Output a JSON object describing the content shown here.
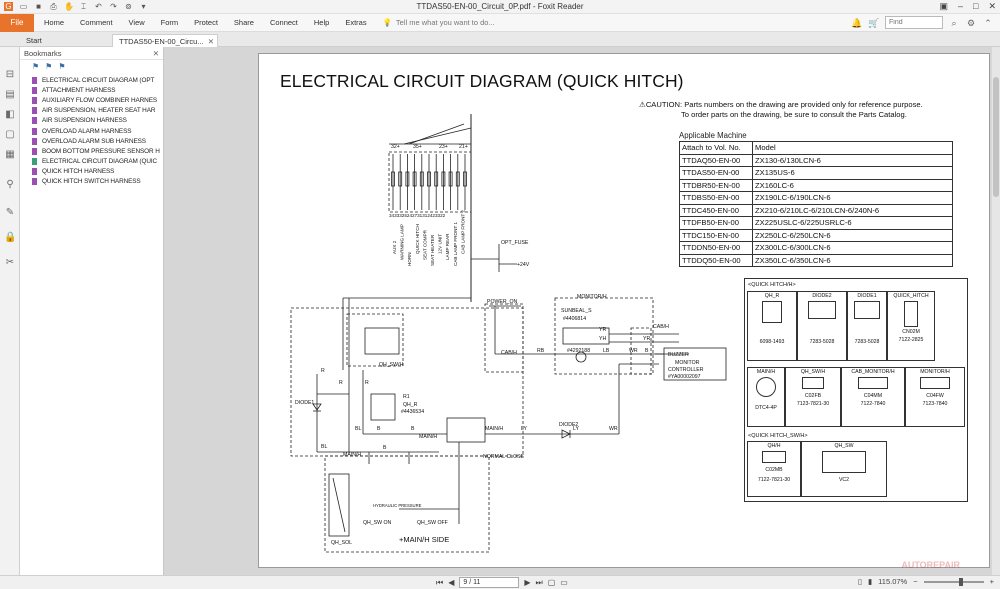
{
  "window": {
    "title": "TTDAS50-EN-00_Circuit_0P.pdf - Foxit Reader"
  },
  "menu": {
    "file": "File",
    "items": [
      "Home",
      "Comment",
      "View",
      "Form",
      "Protect",
      "Share",
      "Connect",
      "Help",
      "Extras"
    ],
    "tell_me": "Tell me what you want to do...",
    "find_placeholder": "Find"
  },
  "tabs": [
    {
      "label": "Start"
    },
    {
      "label": "TTDAS50-EN-00_Circu..."
    }
  ],
  "bookmarks": {
    "header": "Bookmarks",
    "items": [
      "ELECTRICAL CIRCUIT DIAGRAM (OPT",
      "ATTACHMENT HARNESS",
      "AUXILIARY FLOW COMBINER HARNES",
      "AIR SUSPENSION, HEATER SEAT HAR",
      "AIR SUSPENSION HARNESS",
      "OVERLOAD ALARM HARNESS",
      "OVERLOAD ALARM SUB HARNESS",
      "BOOM BOTTOM PRESSURE SENSOR H",
      "ELECTRICAL CIRCUIT DIAGRAM (QUIC",
      "QUICK HITCH HARNESS",
      "QUICK HITCH SWITCH HARNESS"
    ],
    "selected_index": 8
  },
  "document": {
    "title": "ELECTRICAL CIRCUIT DIAGRAM (QUICK HITCH)",
    "caution_line1": "CAUTION: Parts numbers on the drawing are provided only for reference purpose.",
    "caution_line2": "To order parts on the drawing, be sure to consult the Parts Catalog.",
    "applicable_label": "Applicable Machine",
    "table_header": [
      "Attach to Vol. No.",
      "Model"
    ],
    "table_rows": [
      [
        "TTDAQ50-EN-00",
        "ZX130-6/130LCN-6"
      ],
      [
        "TTDAS50-EN-00",
        "ZX135US-6"
      ],
      [
        "TTDBR50-EN-00",
        "ZX160LC-6"
      ],
      [
        "TTDBS50-EN-00",
        "ZX190LC-6/190LCN-6"
      ],
      [
        "TTDC450-EN-00",
        "ZX210-6/210LC-6/210LCN-6/240N-6"
      ],
      [
        "TTDFB50-EN-00",
        "ZX225USLC-6/225USRLC-6"
      ],
      [
        "TTDC150-EN-00",
        "ZX250LC-6/250LCN-6"
      ],
      [
        "TTDDN50-EN-00",
        "ZX300LC-6/300LCN-6"
      ],
      [
        "TTDDQ50-EN-00",
        "ZX350LC-6/350LCN-6"
      ]
    ],
    "schematic_labels": {
      "fuse_box_top": [
        "32+",
        "35+",
        "23+",
        "21+"
      ],
      "fuse_box_bottom": "3433325242731312423322",
      "fuse_circuits": [
        "AUX 2",
        "WARNING LAMP",
        "HORN",
        "QUICK HITCH",
        "SEAT COMPR",
        "SEAT HEATER",
        "12V UNIT",
        "LAMP REAR",
        "CAB LAMP FRONT 1",
        "CAB LAMP FRONT 2"
      ],
      "opt_fuse": "OPT_FUSE",
      "plus24v": "+24V",
      "power_on": "POWER_ON",
      "monitor_h": "MONITOR/H",
      "sunbeal": "SUNBEAL_S",
      "sunbeal_pn": "#4406814",
      "cab_h": "CAB/H",
      "cab_h2": "CAB/H",
      "buzzer": [
        "BUZZER",
        "MONITOR",
        "CONTROLLER",
        "#YA00002097"
      ],
      "relay_part": "#4292188",
      "qh_sw_h": "QH_SW/H",
      "relay_r1": "R1",
      "qh_r": "QH_R",
      "qh_r_pn": "#4436534",
      "diode1": "DIODE1",
      "diode2": "DIODE2",
      "main_h1": "MAIN/H",
      "main_h2": "MAIN/H",
      "main_h3": "MAIN/H",
      "normal_close": "NORMAL CLOSE",
      "hydraulic_pressure": "HYDRAULIC PRESSURE",
      "qh_sol": "QH_SOL",
      "qh_sw_on": "QH_SW ON",
      "qh_sw_off": "QH_SW OFF",
      "main_side": "+MAIN/H SIDE",
      "wire_labels": [
        "R",
        "R",
        "R",
        "BL",
        "BL",
        "B",
        "B",
        "B",
        "LY",
        "WR",
        "WR",
        "LY",
        "RB",
        "YR",
        "YH",
        "YR",
        "LB",
        "B"
      ]
    },
    "connectors": {
      "section_quick": "<QUICK HITCH/H>",
      "section_sw": "<QUICK HITCH_SW/H>",
      "items": [
        {
          "name": "QH_R",
          "part": "6098-1493"
        },
        {
          "name": "DIODE2",
          "part": "7283-5028"
        },
        {
          "name": "DIODE1",
          "part": "7283-5028"
        },
        {
          "name": "QUICK_HITCH",
          "part": "7122-2825",
          "sub": "CN02M"
        },
        {
          "name": "MAIN/H",
          "part": "DTC4-4P"
        },
        {
          "name": "QH_SW/H",
          "part": "7123-7821-30",
          "sub": "C02FB"
        },
        {
          "name": "CAB_MONITOR/H",
          "part": "7122-7840",
          "sub": "C04MM"
        },
        {
          "name": "MONITOR/H",
          "part": "7123-7840",
          "sub": "C04FW"
        },
        {
          "name": "QH/H",
          "part": "7122-7821-30",
          "sub": "C02MB"
        },
        {
          "name": "QH_SW",
          "part": "VC2"
        }
      ]
    }
  },
  "statusbar": {
    "page": "9 / 11",
    "zoom": "115.07%"
  },
  "watermark": "AUTOREPAIR",
  "colors": {
    "file_button": "#e8742c",
    "bookmark_icon": "#9a4fb5",
    "bookmark_selected": "#3aa079"
  }
}
